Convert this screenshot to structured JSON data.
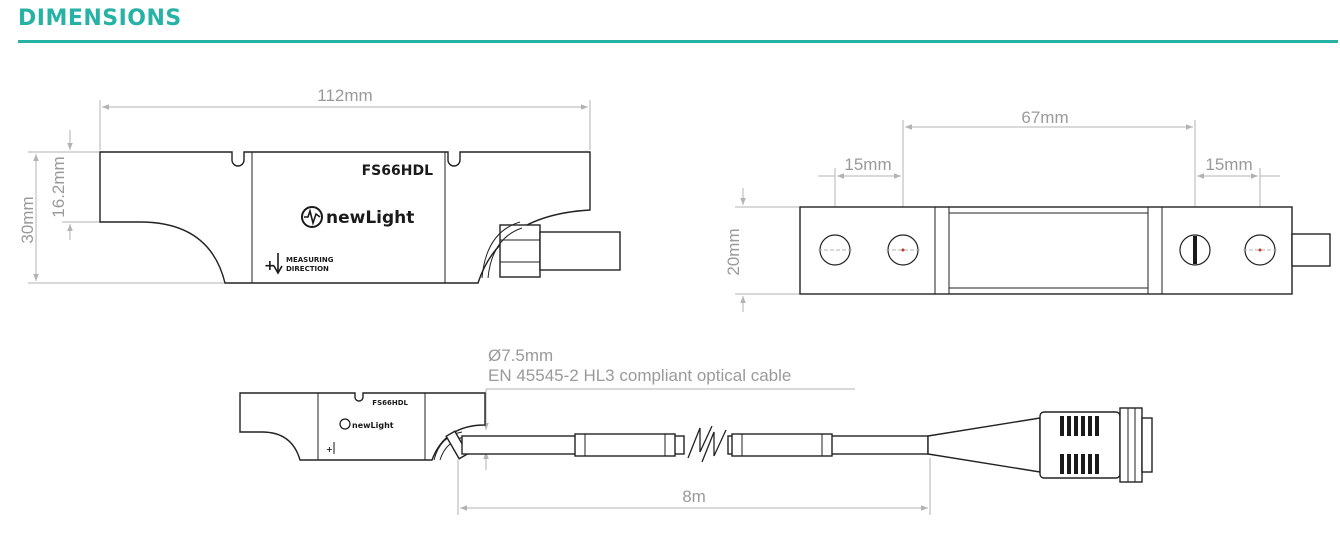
{
  "heading": "DIMENSIONS",
  "accent_color": "#27b2a6",
  "front_view": {
    "width_label": "112mm",
    "height_label": "30mm",
    "recess_label": "16.2mm",
    "model_label": "FS66HDL",
    "logo_text": "newLight",
    "direction_label_1": "MEASURING",
    "direction_label_2": "DIRECTION",
    "direction_sign": "+"
  },
  "top_view": {
    "hole_spacing_label": "67mm",
    "left_hole_offset_label": "15mm",
    "right_hole_offset_label": "15mm",
    "height_label": "20mm"
  },
  "cable_view": {
    "diameter_label": "Ø7.5mm",
    "cable_desc": "EN 45545-2 HL3 compliant optical cable",
    "length_label": "8m",
    "model_label": "FS66HDL",
    "logo_text": "newLight"
  }
}
